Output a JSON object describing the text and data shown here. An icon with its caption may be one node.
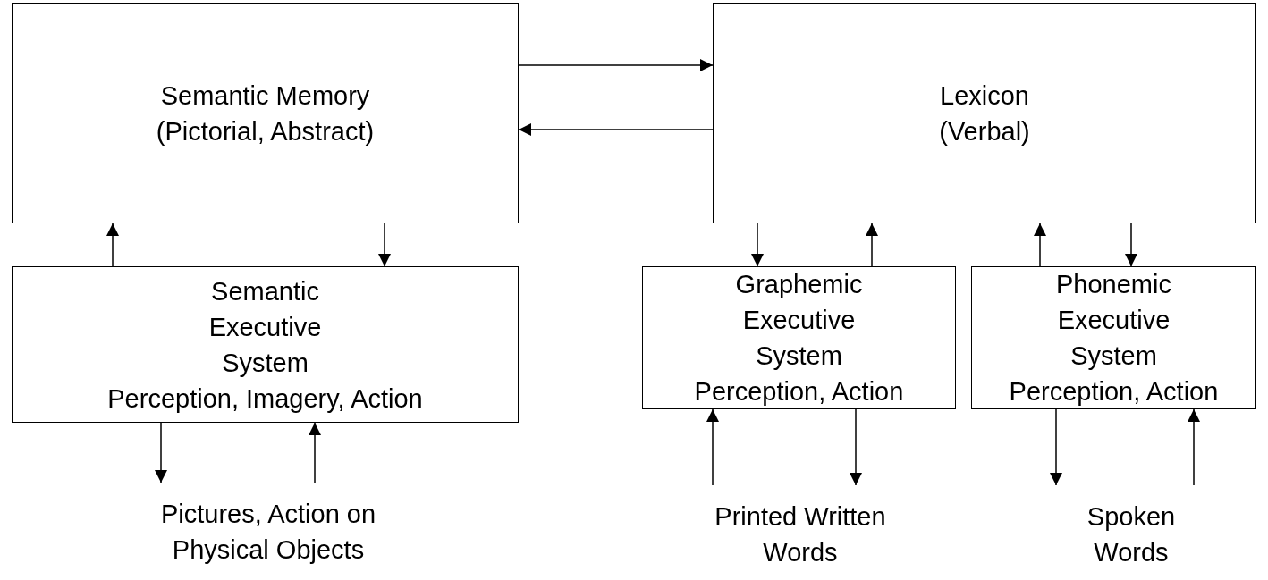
{
  "diagram": {
    "nodes": [
      {
        "text": [
          "Semantic Memory",
          "(Pictorial, Abstract)"
        ]
      },
      {
        "text": [
          "Lexicon",
          "(Verbal)"
        ]
      },
      {
        "text": [
          "Semantic Executive System",
          "Perception, Imagery, Action"
        ]
      },
      {
        "text": [
          "Graphemic Executive System",
          "Perception, Action"
        ]
      },
      {
        "text": [
          "Phonemic Executive System",
          "Perception, Action"
        ]
      },
      {
        "text": [
          "Pictures, Action on Physical Objects"
        ]
      },
      {
        "text": [
          "Printed Written Words"
        ]
      },
      {
        "text": [
          "Spoken Words"
        ]
      }
    ],
    "edges": [
      {
        "from": 0,
        "to": 1,
        "arrow": "to"
      },
      {
        "from": 1,
        "to": 0,
        "arrow": "to"
      },
      {
        "from": 2,
        "to": 0,
        "arrow": "to"
      },
      {
        "from": 0,
        "to": 2,
        "arrow": "to"
      },
      {
        "from": 1,
        "to": 3,
        "arrow": "to"
      },
      {
        "from": 3,
        "to": 1,
        "arrow": "to"
      },
      {
        "from": 4,
        "to": 1,
        "arrow": "to"
      },
      {
        "from": 1,
        "to": 4,
        "arrow": "to"
      },
      {
        "from": 2,
        "to": 5,
        "arrow": "to"
      },
      {
        "from": 5,
        "to": 2,
        "arrow": "to"
      },
      {
        "from": 6,
        "to": 3,
        "arrow": "to"
      },
      {
        "from": 3,
        "to": 6,
        "arrow": "to"
      },
      {
        "from": 4,
        "to": 7,
        "arrow": "to"
      },
      {
        "from": 7,
        "to": 4,
        "arrow": "to"
      }
    ]
  }
}
